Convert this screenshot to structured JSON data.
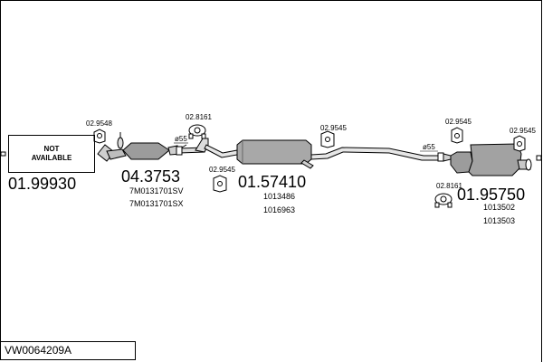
{
  "diagram": {
    "part_codes": {
      "front_pipe": "01.99930",
      "catalyst": "04.3753",
      "center_silencer": "01.57410",
      "rear_silencer": "01.95750"
    },
    "not_available": {
      "line1": "NOT",
      "line2": "AVAILABLE"
    },
    "catalyst_refs": [
      "7M0131701SV",
      "7M0131701SX"
    ],
    "center_refs": [
      "1013486",
      "1016963"
    ],
    "rear_refs": [
      "1013502",
      "1013503"
    ],
    "hanger_codes": {
      "h1": "02.9548",
      "h2": "02.8161",
      "h3": "02.9545",
      "h4": "02.9545",
      "h5": "02.9545",
      "h6": "02.9545",
      "h7": "02.8161"
    },
    "clamp_labels": {
      "c1": "ø55",
      "c2": "ø55"
    },
    "footer_code": "VW0064209A"
  }
}
